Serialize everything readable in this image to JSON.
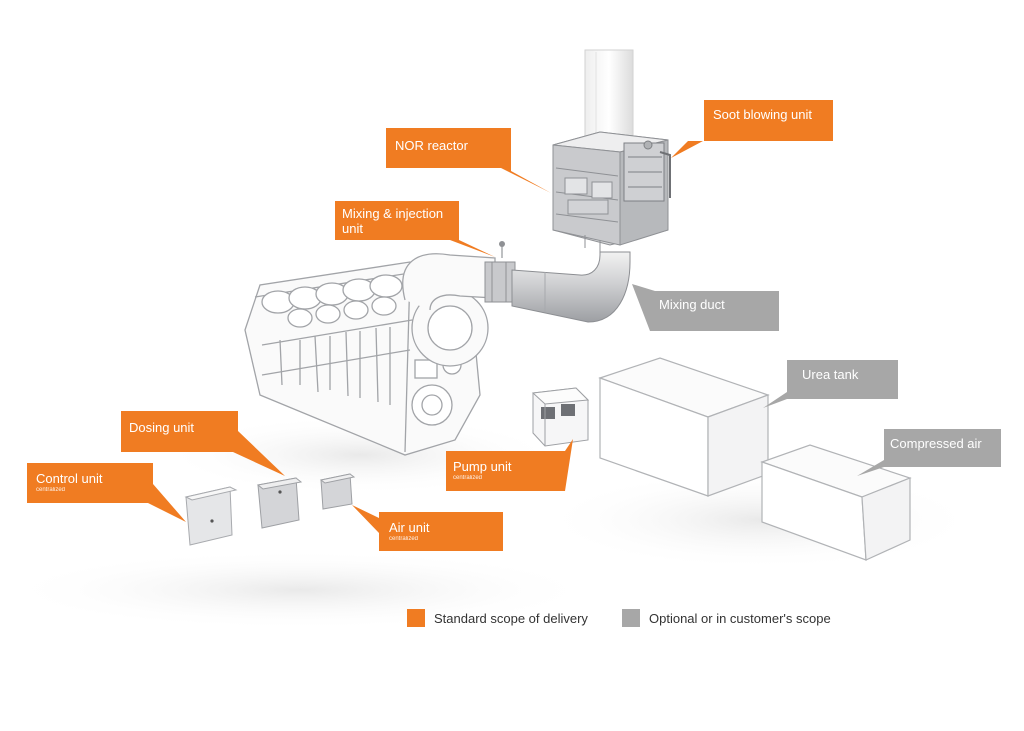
{
  "colors": {
    "standard": "#f07c22",
    "optional": "#a7a7a7",
    "line": "#c8c8c8",
    "equipment": "#e4e5e7"
  },
  "callouts": {
    "nor_reactor": {
      "label": "NOR reactor",
      "scope": "standard"
    },
    "soot_blowing": {
      "label": "Soot blowing unit",
      "scope": "standard"
    },
    "mixing_injection": {
      "label": "Mixing & injection unit",
      "scope": "standard"
    },
    "mixing_duct": {
      "label": "Mixing duct",
      "scope": "optional"
    },
    "urea_tank": {
      "label": "Urea tank",
      "scope": "optional"
    },
    "compressed_air": {
      "label": "Compressed air",
      "scope": "optional"
    },
    "pump_unit": {
      "label": "Pump unit",
      "sub": "centralized",
      "scope": "standard"
    },
    "dosing_unit": {
      "label": "Dosing unit",
      "scope": "standard"
    },
    "control_unit": {
      "label": "Control unit",
      "sub": "centralized",
      "scope": "standard"
    },
    "air_unit": {
      "label": "Air unit",
      "sub": "centralized",
      "scope": "standard"
    }
  },
  "legend": {
    "standard": "Standard scope of delivery",
    "optional": "Optional or in customer's scope"
  }
}
